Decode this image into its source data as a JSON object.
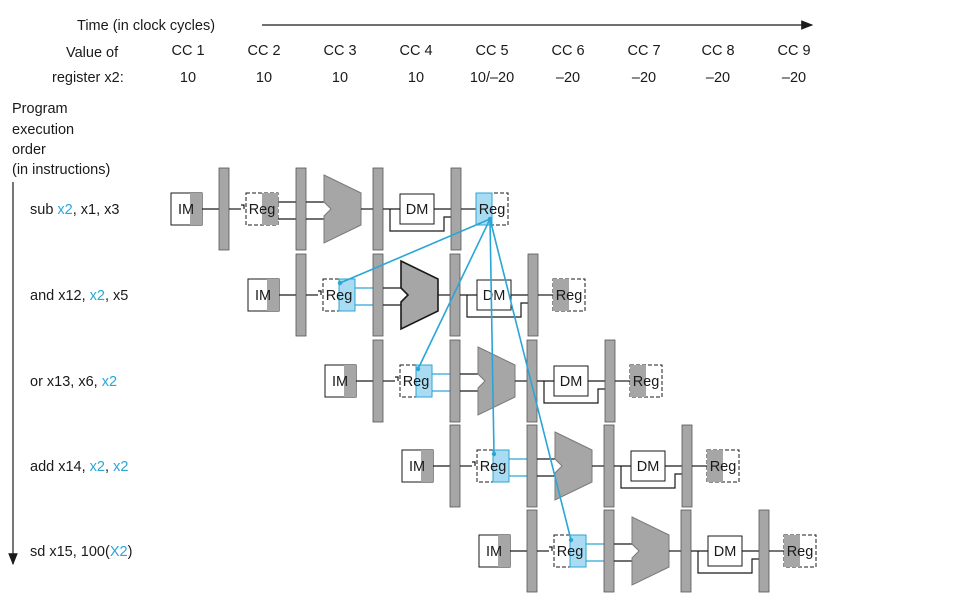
{
  "header": {
    "time_label": "Time (in clock cycles)",
    "value_label_1": "Value of",
    "value_label_2": "register x2:",
    "cycles": [
      "CC 1",
      "CC 2",
      "CC 3",
      "CC 4",
      "CC 5",
      "CC 6",
      "CC 7",
      "CC 8",
      "CC 9"
    ],
    "values": [
      "10",
      "10",
      "10",
      "10",
      "10/–20",
      "–20",
      "–20",
      "–20",
      "–20"
    ]
  },
  "order_label": [
    "Program",
    "execution",
    "order",
    "(in instructions)"
  ],
  "instructions": [
    {
      "parts": [
        {
          "t": "sub ",
          "h": false
        },
        {
          "t": "x2",
          "h": true
        },
        {
          "t": ", x1, x3",
          "h": false
        }
      ]
    },
    {
      "parts": [
        {
          "t": "and x12, ",
          "h": false
        },
        {
          "t": "x2",
          "h": true
        },
        {
          "t": ", x5",
          "h": false
        }
      ]
    },
    {
      "parts": [
        {
          "t": "or x13, x6, ",
          "h": false
        },
        {
          "t": "x2",
          "h": true
        }
      ]
    },
    {
      "parts": [
        {
          "t": "add x14, ",
          "h": false
        },
        {
          "t": "x2",
          "h": true
        },
        {
          "t": ", ",
          "h": false
        },
        {
          "t": "x2",
          "h": true
        }
      ]
    },
    {
      "parts": [
        {
          "t": "sd x15, 100(",
          "h": false
        },
        {
          "t": "X2",
          "h": true
        },
        {
          "t": ")",
          "h": false
        }
      ]
    }
  ],
  "stages": {
    "im": "IM",
    "reg": "Reg",
    "dm": "DM"
  },
  "colors": {
    "highlight": "#2aa6d6",
    "highlight_fill": "#a9dcf2",
    "gray": "#a6a6a6",
    "line": "#1a1a1a"
  }
}
